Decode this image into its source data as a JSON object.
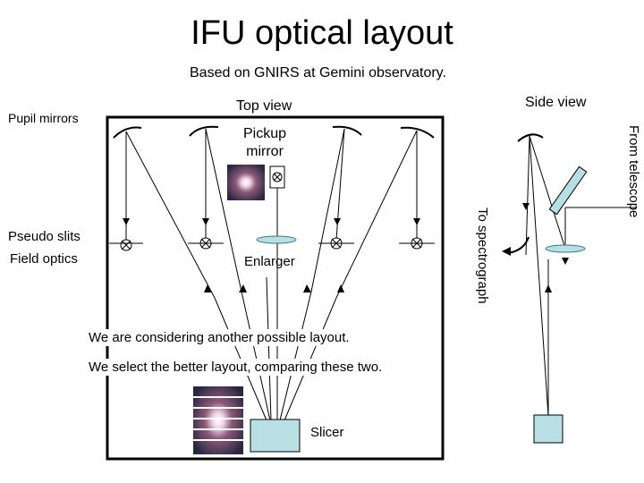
{
  "title": "IFU optical layout",
  "subtitle": "Based on GNIRS at Gemini observatory.",
  "labels": {
    "top_view": "Top view",
    "side_view": "Side view",
    "pupil_mirrors": "Pupil mirrors",
    "pickup_line1": "Pickup",
    "pickup_line2": "mirror",
    "pseudo_slits": "Pseudo slits",
    "field_optics": "Field optics",
    "enlarger": "Enlarger",
    "slicer": "Slicer",
    "from_telescope": "From telescope",
    "to_spectrograph": "To spectrograph"
  },
  "notes": {
    "line1": "We are considering another possible layout.",
    "line2": "We select the better layout, comparing these two."
  },
  "colors": {
    "optic_fill": "#b7dfe4",
    "line": "#000000",
    "nebula": "#8b5a78"
  }
}
